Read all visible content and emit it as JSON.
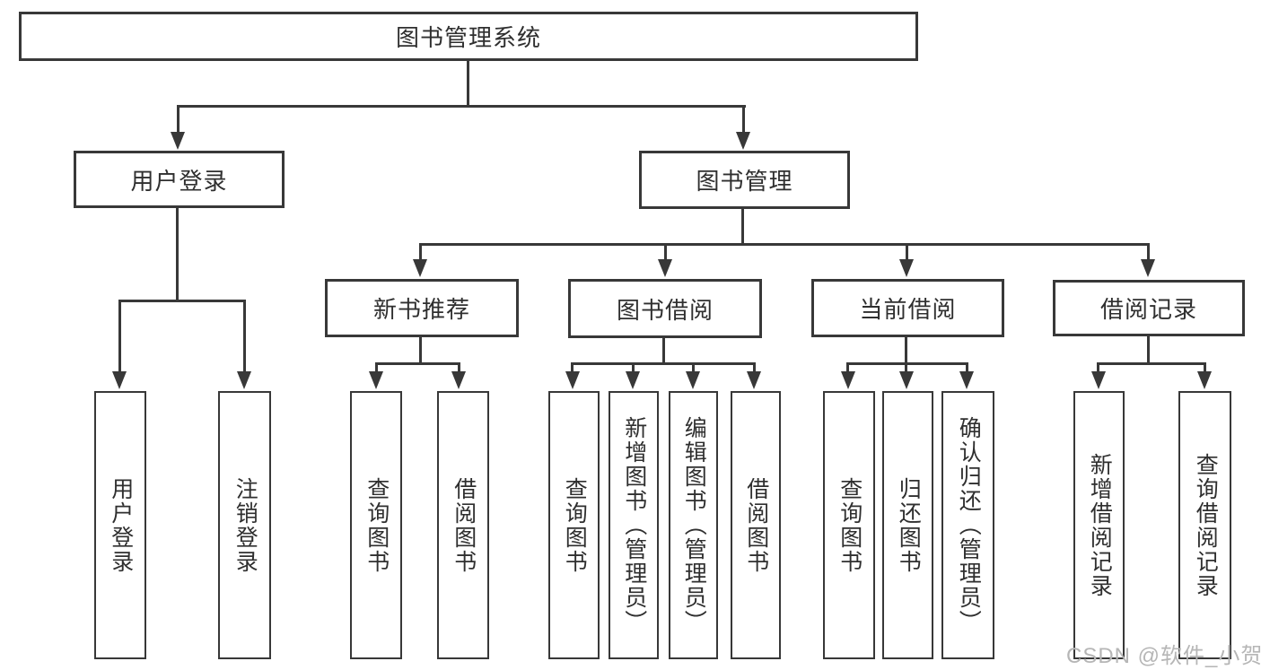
{
  "diagram_title": "图书管理系统",
  "colors": {
    "line": "#383838",
    "box_border": "#383838",
    "text": "#2f2f2f",
    "background": "#ffffff",
    "watermark": "#b6b6b6"
  },
  "watermark": {
    "text": "CSDN @软件_小贺同学"
  },
  "nodes": {
    "root": {
      "label": "图书管理系统"
    },
    "user_login": {
      "label": "用户登录"
    },
    "book_management": {
      "label": "图书管理"
    },
    "new_book_recommend": {
      "label": "新书推荐"
    },
    "book_borrowing": {
      "label": "图书借阅"
    },
    "current_borrowing": {
      "label": "当前借阅"
    },
    "borrowing_records": {
      "label": "借阅记录"
    },
    "leaf_user_login": {
      "label": "用户登录"
    },
    "leaf_logout": {
      "label": "注销登录"
    },
    "leaf_nb_query_books": {
      "label": "查询图书"
    },
    "leaf_nb_borrow_books": {
      "label": "借阅图书"
    },
    "leaf_bb_query_books": {
      "label": "查询图书"
    },
    "leaf_bb_add_books": {
      "label": "新增图书（管理员）"
    },
    "leaf_bb_edit_books": {
      "label": "编辑图书（管理员）"
    },
    "leaf_bb_borrow_books": {
      "label": "借阅图书"
    },
    "leaf_cb_query_books": {
      "label": "查询图书"
    },
    "leaf_cb_return_books": {
      "label": "归还图书"
    },
    "leaf_cb_confirm_return": {
      "label": "确认归还（管理员）"
    },
    "leaf_br_add_record": {
      "label": "新增借阅记录"
    },
    "leaf_br_query_record": {
      "label": "查询借阅记录"
    }
  },
  "edges": [
    [
      "root",
      "user_login"
    ],
    [
      "root",
      "book_management"
    ],
    [
      "user_login",
      "leaf_user_login"
    ],
    [
      "user_login",
      "leaf_logout"
    ],
    [
      "book_management",
      "new_book_recommend"
    ],
    [
      "book_management",
      "book_borrowing"
    ],
    [
      "book_management",
      "current_borrowing"
    ],
    [
      "book_management",
      "borrowing_records"
    ],
    [
      "new_book_recommend",
      "leaf_nb_query_books"
    ],
    [
      "new_book_recommend",
      "leaf_nb_borrow_books"
    ],
    [
      "book_borrowing",
      "leaf_bb_query_books"
    ],
    [
      "book_borrowing",
      "leaf_bb_add_books"
    ],
    [
      "book_borrowing",
      "leaf_bb_edit_books"
    ],
    [
      "book_borrowing",
      "leaf_bb_borrow_books"
    ],
    [
      "current_borrowing",
      "leaf_cb_query_books"
    ],
    [
      "current_borrowing",
      "leaf_cb_return_books"
    ],
    [
      "current_borrowing",
      "leaf_cb_confirm_return"
    ],
    [
      "borrowing_records",
      "leaf_br_add_record"
    ],
    [
      "borrowing_records",
      "leaf_br_query_record"
    ]
  ]
}
